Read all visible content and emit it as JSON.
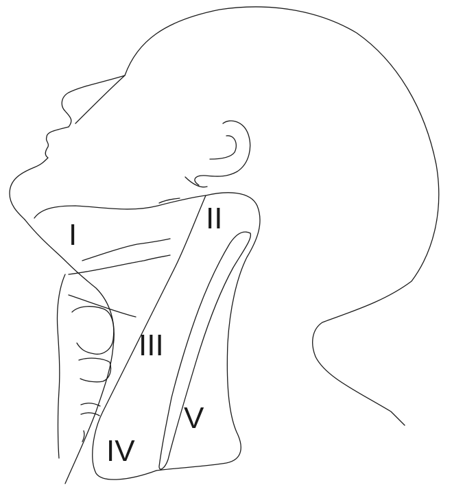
{
  "colors": {
    "line": "#1a1a1a",
    "background": "#ffffff"
  },
  "labels": {
    "level_1": "I",
    "level_2": "II",
    "level_3": "III",
    "level_4": "IV",
    "level_5": "V"
  }
}
